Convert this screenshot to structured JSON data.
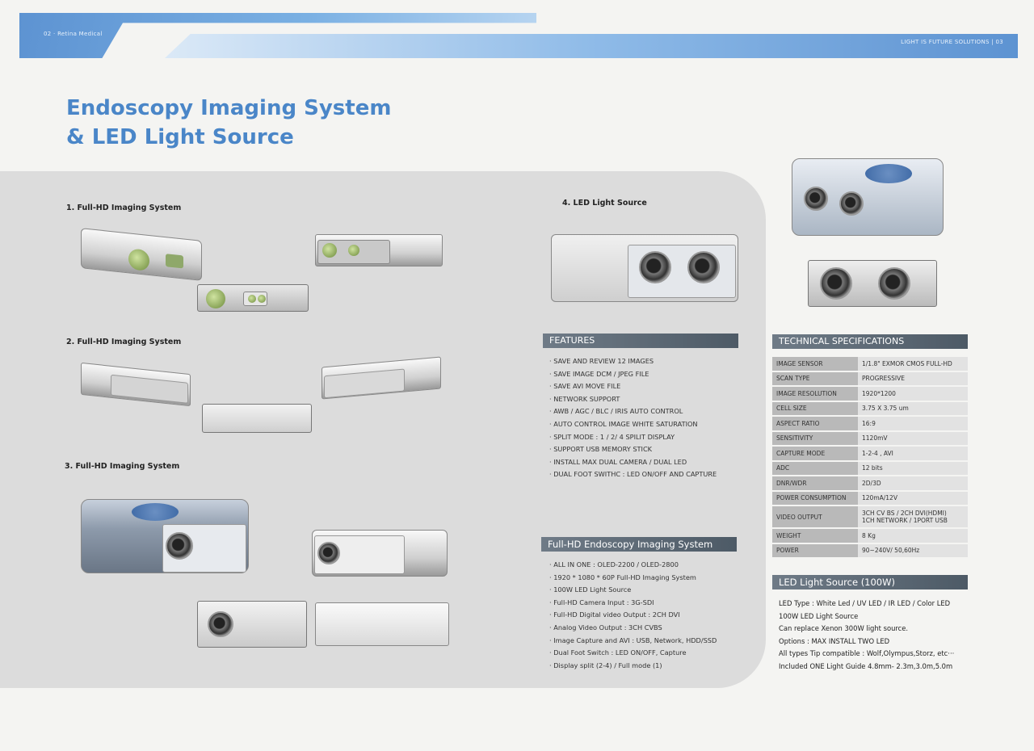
{
  "banner": {
    "left_text": "02 · Retina Medical",
    "right_text": "LIGHT IS FUTURE SOLUTIONS | 03"
  },
  "title": {
    "line1": "Endoscopy Imaging System",
    "line2": "& LED Light Source"
  },
  "sections": {
    "s1": "1. Full-HD Imaging System",
    "s2": "2. Full-HD Imaging System",
    "s3": "3. Full-HD Imaging System",
    "s4": "4. LED Light Source"
  },
  "features": {
    "header": "FEATURES",
    "items": [
      "SAVE AND REVIEW 12 IMAGES",
      "SAVE IMAGE DCM / JPEG FILE",
      "SAVE AVI MOVE FILE",
      "NETWORK SUPPORT",
      "AWB / AGC / BLC / IRIS AUTO CONTROL",
      "AUTO CONTROL IMAGE WHITE SATURATION",
      "SPLIT MODE : 1 / 2/ 4 SPILIT DISPLAY",
      "SUPPORT USB MEMORY STICK",
      "INSTALL MAX DUAL CAMERA / DUAL LED",
      "DUAL FOOT SWITHC : LED ON/OFF AND CAPTURE"
    ]
  },
  "fullhd": {
    "header": "Full-HD Endoscopy Imaging System",
    "items": [
      "ALL IN ONE : OLED-2200 / OLED-2800",
      "1920 * 1080 * 60P Full-HD Imaging System",
      "100W LED Light Source",
      "Full-HD Camera Input : 3G-SDI",
      "Full-HD Digital video Output : 2CH DVI",
      "Analog Video Output : 3CH CVBS",
      "Image Capture and AVI : USB, Network, HDD/SSD",
      "Dual Foot Switch : LED ON/OFF, Capture",
      "Display split (2-4) / Full mode (1)"
    ]
  },
  "specs": {
    "header": "TECHNICAL SPECIFICATIONS",
    "rows": [
      {
        "k": "IMAGE SENSOR",
        "v": "1/1.8\" EXMOR CMOS FULL-HD"
      },
      {
        "k": "SCAN TYPE",
        "v": "PROGRESSIVE"
      },
      {
        "k": "IMAGE RESOLUTION",
        "v": "1920*1200"
      },
      {
        "k": "CELL SIZE",
        "v": "3.75 X 3.75 um"
      },
      {
        "k": "ASPECT RATIO",
        "v": "16:9"
      },
      {
        "k": "SENSITIVITY",
        "v": "1120mV"
      },
      {
        "k": "CAPTURE MODE",
        "v": "1-2-4 , AVI"
      },
      {
        "k": "ADC",
        "v": "12 bits"
      },
      {
        "k": "DNR/WDR",
        "v": "2D/3D"
      },
      {
        "k": "POWER CONSUMPTION",
        "v": "120mA/12V"
      },
      {
        "k": "VIDEO OUTPUT",
        "v": "3CH CV BS / 2CH DVI(HDMI)",
        "v2": "1CH NETWORK / 1PORT USB"
      },
      {
        "k": "WEIGHT",
        "v": "8 Kg"
      },
      {
        "k": "POWER",
        "v": "90~240V/ 50,60Hz"
      }
    ]
  },
  "led": {
    "header": "LED Light Source (100W)",
    "items": [
      "LED Type : White Led / UV LED / IR LED / Color LED",
      "100W LED Light Source",
      "Can replace Xenon 300W light source.",
      "Options : MAX INSTALL TWO LED",
      "All types Tip compatible : Wolf,Olympus,Storz, etc···",
      "Included ONE Light Guide 4.8mm- 2.3m,3.0m,5.0m"
    ]
  }
}
